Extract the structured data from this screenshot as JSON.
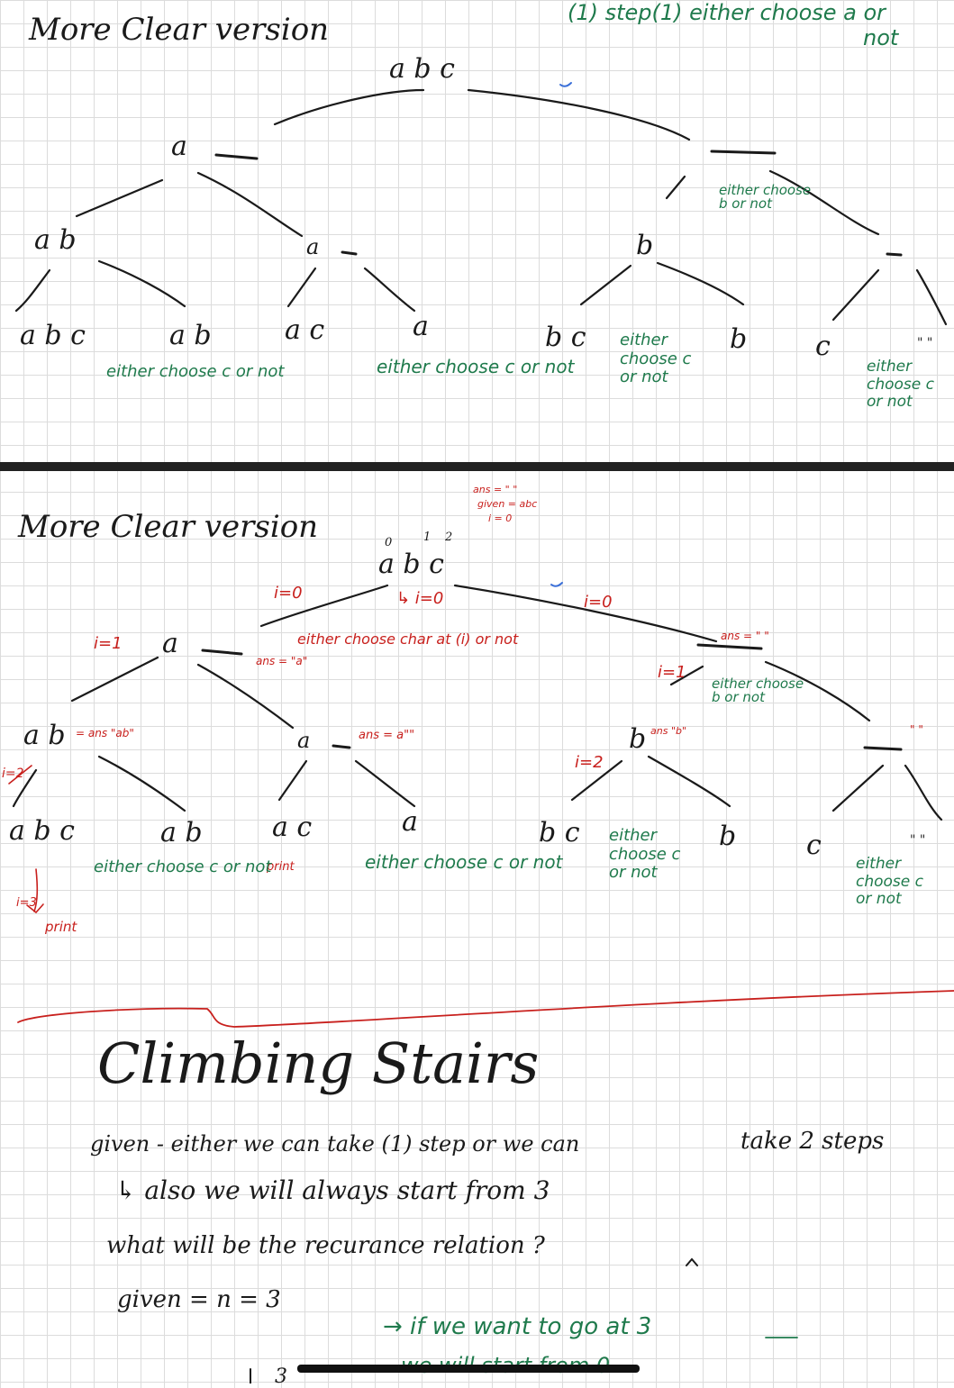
{
  "section1": {
    "heading": "More Clear version",
    "top_note_line1": "(1) step(1) either choose a or",
    "top_note_line2": "not",
    "nodes": {
      "root": "a b c",
      "l1_left": "a",
      "l2_ab": "a b",
      "l2_a": "a",
      "l2_b": "b",
      "leaf_abc": "a b c",
      "leaf_ab": "a b",
      "leaf_ac": "a c",
      "leaf_a": "a",
      "leaf_bc": "b c",
      "leaf_b": "b",
      "leaf_c": "c",
      "leaf_empty": "\" \""
    },
    "annotations": {
      "either_choose_b": "either choose b or not",
      "either_choose_c_1": "either choose c or not",
      "either_choose_c_2": "either choose c or not",
      "either_choose_c_3": "either choose c or not",
      "either_choose_c_4": "either choose c or not"
    }
  },
  "section2": {
    "heading": "More Clear version",
    "nodes": {
      "root": "a b c",
      "l1_left": "a",
      "l2_ab": "a b",
      "l2_a": "a",
      "l2_b": "b",
      "leaf_abc": "a b c",
      "leaf_ab": "a b",
      "leaf_ac": "a c",
      "leaf_a": "a",
      "leaf_bc": "b c",
      "leaf_b": "b",
      "leaf_c": "c",
      "leaf_empty": "\" \""
    },
    "index_marks": {
      "above_a": "0",
      "above_b": "1",
      "above_c": "2"
    },
    "red_notes": {
      "given_ans": "ans = \" \"",
      "given_str": "given = abc",
      "given_i": "i = 0",
      "i0_left": "i=0",
      "i0_under": "↳ i=0",
      "i0_right": "i=0",
      "either_choose_char": "either choose char at (i) or not",
      "i1_left": "i=1",
      "ans_a": "ans = \"a\"",
      "ans_empty_right": "ans = \" \"",
      "i1_right": "i=1",
      "ans_ab": "= ans \"ab\"",
      "ans_a2": "ans = a\"\"",
      "ans_b": "ans \"b\"",
      "i2_left": "i=2",
      "i2_right": "i=2",
      "i3": "i=3",
      "print1": "print",
      "print2": "print",
      "quote_right": "\" \""
    },
    "annotations": {
      "either_choose_b": "either choose b or not",
      "either_choose_c_1": "either choose c or not",
      "either_choose_c_2": "either choose c or not",
      "either_choose_c_3": "either choose c or not",
      "either_choose_c_4": "either choose c or not"
    }
  },
  "section3": {
    "title": "Climbing Stairs",
    "line1": "given - either we can take (1) step or we can",
    "line1_end": "take 2 steps",
    "line2": "↳ also we will always start from 3",
    "line3": "what will be the recurance relation ?",
    "line4": "given = n = 3",
    "green_note": "→ if we want to go at 3",
    "green_note2": "we will start from 0",
    "bottom_frag": "3"
  }
}
